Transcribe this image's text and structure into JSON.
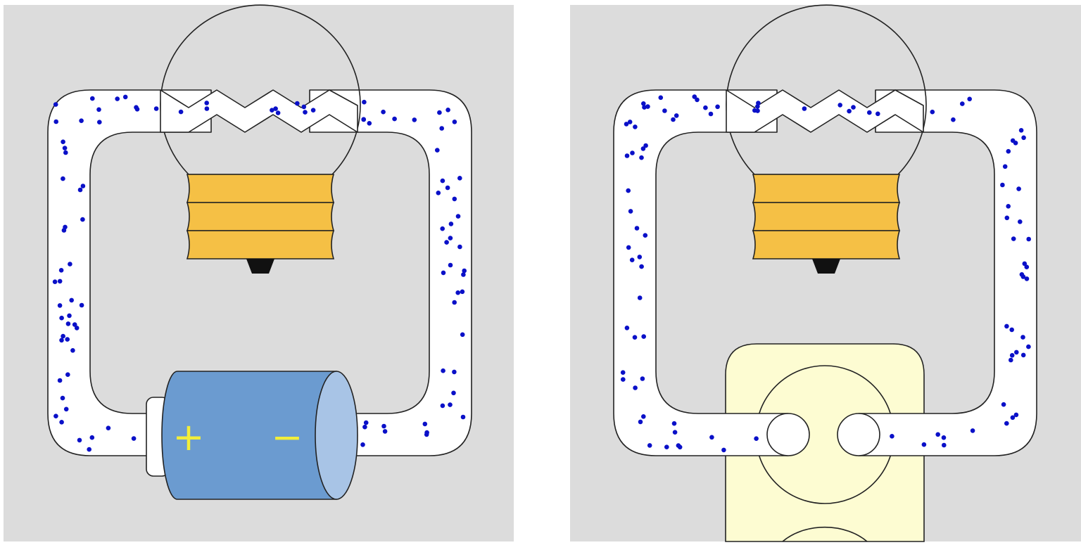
{
  "colors": {
    "panel_background": "#dcdcdc",
    "wire_fill": "#ffffff",
    "outline": "#222222",
    "electron": "#0a10c8",
    "bulb_base": "#f5c045",
    "bulb_tip": "#111111",
    "battery_body": "#6b9bd0",
    "battery_cap": "#a8c4e6",
    "battery_terminal": "#ffffff",
    "battery_symbol": "#f2ee3a",
    "socket_plate": "#fdfcd2"
  },
  "panels": [
    {
      "id": "battery-circuit",
      "source": "battery",
      "battery": {
        "positive_symbol": "+",
        "negative_symbol": "−"
      }
    },
    {
      "id": "socket-circuit",
      "source": "wall-socket"
    }
  ]
}
